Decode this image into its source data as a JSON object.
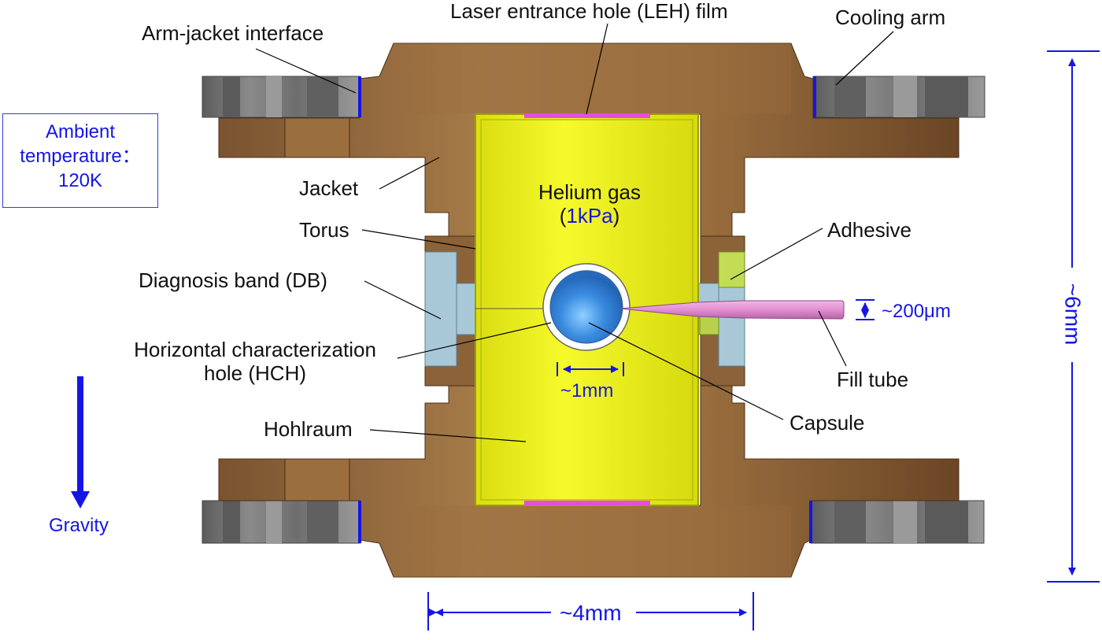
{
  "labels": {
    "leh_film": "Laser entrance hole (LEH) film",
    "arm_jacket_interface": "Arm-jacket interface",
    "cooling_arm": "Cooling arm",
    "jacket": "Jacket",
    "torus": "Torus",
    "adhesive": "Adhesive",
    "diagnosis_band": "Diagnosis band (DB)",
    "hch_line1": "Horizontal characterization",
    "hch_line2": "hole (HCH)",
    "hohlraum": "Hohlraum",
    "capsule": "Capsule",
    "fill_tube": "Fill tube",
    "helium_line1": "Helium gas",
    "helium_pressure_open": "(",
    "helium_pressure_value": "1kPa",
    "helium_pressure_close": ")",
    "gravity": "Gravity"
  },
  "ambient": {
    "line1": "Ambient",
    "line2": "temperature：",
    "line3": "120K"
  },
  "dimensions": {
    "width": "~4mm",
    "height": "~6mm",
    "capsule_diameter": "~1mm",
    "fill_tube_diameter": "~200μm"
  },
  "colors": {
    "copper_light": "#a57a48",
    "copper": "#8c6239",
    "copper_dark": "#6b4625",
    "hohlraum_yellow": "#eef21a",
    "film_magenta": "#e64ddc",
    "arm_gray": "#7a7a7a",
    "band_blue": "#a8c8d8",
    "adhesive_green": "#c2dd55",
    "capsule_blue": "#3a8be0",
    "annotation_blue": "#1515e6",
    "fill_tube_pink": "#e28fd0"
  }
}
